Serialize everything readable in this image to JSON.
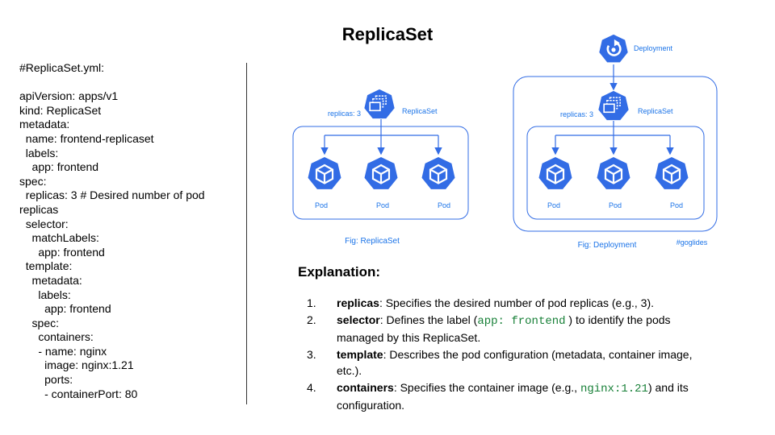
{
  "title": "ReplicaSet",
  "code_lines": [
    "#ReplicaSet.yml:",
    "",
    "apiVersion: apps/v1",
    "kind: ReplicaSet",
    "metadata:",
    "  name: frontend-replicaset",
    "  labels:",
    "    app: frontend",
    "spec:",
    "  replicas: 3 # Desired number of pod",
    "replicas",
    "  selector:",
    "    matchLabels:",
    "      app: frontend",
    "  template:",
    "    metadata:",
    "      labels:",
    "        app: frontend",
    "    spec:",
    "      containers:",
    "      - name: nginx",
    "        image: nginx:1.21",
    "        ports:",
    "        - containerPort: 80"
  ],
  "fig_replicaset": {
    "replicas_label": "replicas: 3",
    "controller_label": "ReplicaSet",
    "pods": [
      "Pod",
      "Pod",
      "Pod"
    ],
    "caption": "Fig: ReplicaSet"
  },
  "fig_deployment": {
    "deployment_label": "Deployment",
    "replicas_label": "replicas: 3",
    "controller_label": "ReplicaSet",
    "pods": [
      "Pod",
      "Pod",
      "Pod"
    ],
    "caption": "Fig: Deployment",
    "tag": "#goglides"
  },
  "colors": {
    "k8s_blue": "#326ce5",
    "text_blue": "#1a73e8",
    "code_green": "#188038"
  },
  "explanation": {
    "heading": "Explanation:",
    "items": [
      {
        "num": "1.",
        "term": "replicas",
        "parts": [
          ": Specifies the desired number of pod replicas (e.g., 3)."
        ]
      },
      {
        "num": "2.",
        "term": "selector",
        "parts": [
          ": Defines the label (",
          " ) to identify the pods managed by this ReplicaSet."
        ],
        "code": "app: frontend"
      },
      {
        "num": "3.",
        "term": "template",
        "parts": [
          ": Describes the pod configuration (metadata, container image, etc.)."
        ]
      },
      {
        "num": "4.",
        "term": "containers",
        "parts": [
          ": Specifies the container image (e.g., ",
          ") and its configuration."
        ],
        "code": "nginx:1.21"
      }
    ]
  }
}
